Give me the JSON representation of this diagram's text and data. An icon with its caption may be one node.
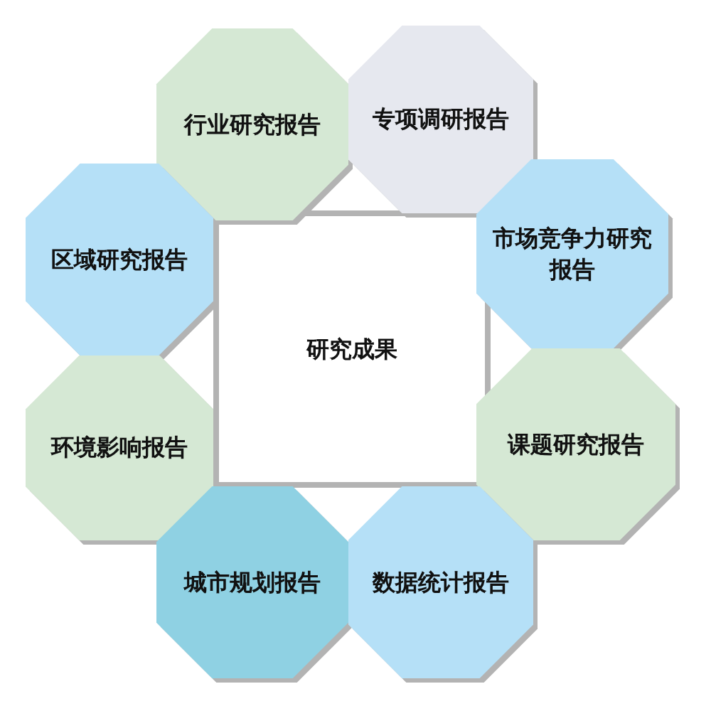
{
  "diagram": {
    "nodes": [
      {
        "text": [
          "研究成果"
        ]
      },
      {
        "text": [
          "行业研究报告"
        ]
      },
      {
        "text": [
          "专项调研报告"
        ]
      },
      {
        "text": [
          "区域研究报告"
        ]
      },
      {
        "text": [
          "市场竞争力研究报告"
        ]
      },
      {
        "text": [
          "环境影响报告"
        ]
      },
      {
        "text": [
          "课题研究报告"
        ]
      },
      {
        "text": [
          "城市规划报告"
        ]
      },
      {
        "text": [
          "数据统计报告"
        ]
      }
    ]
  }
}
